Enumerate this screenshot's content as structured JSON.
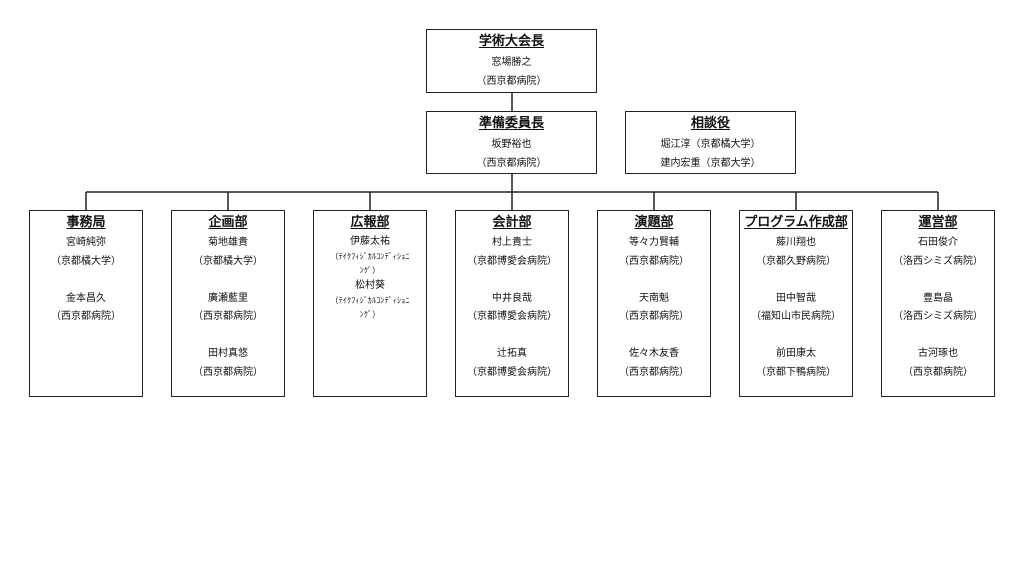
{
  "top": {
    "title": "学術大会長",
    "lines": [
      "窓場勝之",
      "（西京都病院）"
    ]
  },
  "prep": {
    "title": "準備委員長",
    "lines": [
      "坂野裕也",
      "（西京都病院）"
    ]
  },
  "advisor": {
    "title": "相談役",
    "lines": [
      "堀江淳（京都橘大学）",
      "建内宏重（京都大学）"
    ]
  },
  "departments": [
    {
      "title": "事務局",
      "members": [
        {
          "name": "宮崎純弥",
          "affil": "（京都橘大学）"
        },
        {
          "name": "金本昌久",
          "affil": "（西京都病院）"
        }
      ]
    },
    {
      "title": "企画部",
      "members": [
        {
          "name": "菊地雄貴",
          "affil": "（京都橘大学）"
        },
        {
          "name": "廣瀬藍里",
          "affil": "（西京都病院）"
        },
        {
          "name": "田村真悠",
          "affil": "（西京都病院）"
        }
      ]
    },
    {
      "title": "広報部",
      "members": [
        {
          "name": "伊藤太祐",
          "affil_1": "（ﾃｲｸﾌｨｼﾞｶﾙｺﾝﾃﾞｨｼｮﾆ",
          "affil_2": "ﾝｸﾞ）"
        },
        {
          "name": "松村葵",
          "affil_1": "（ﾃｲｸﾌｨｼﾞｶﾙｺﾝﾃﾞｨｼｮﾆ",
          "affil_2": "ﾝｸﾞ）"
        }
      ]
    },
    {
      "title": "会計部",
      "members": [
        {
          "name": "村上貴士",
          "affil": "（京都博愛会病院）"
        },
        {
          "name": "中井良哉",
          "affil": "（京都博愛会病院）"
        },
        {
          "name": "辻拓真",
          "affil": "（京都博愛会病院）"
        }
      ]
    },
    {
      "title": "演題部",
      "members": [
        {
          "name": "等々力賢輔",
          "affil": "（西京都病院）"
        },
        {
          "name": "天南魁",
          "affil": "（西京都病院）"
        },
        {
          "name": "佐々木友香",
          "affil": "（西京都病院）"
        }
      ]
    },
    {
      "title": "プログラム作成部",
      "members": [
        {
          "name": "藤川翔也",
          "affil": "（京都久野病院）"
        },
        {
          "name": "田中智哉",
          "affil": "（福知山市民病院）"
        },
        {
          "name": "前田康太",
          "affil": "（京都下鴨病院）"
        }
      ]
    },
    {
      "title": "運営部",
      "members": [
        {
          "name": "石田俊介",
          "affil": "（洛西シミズ病院）"
        },
        {
          "name": "豊島晶",
          "affil": "（洛西シミズ病院）"
        },
        {
          "name": "古河琢也",
          "affil": "（西京都病院）"
        }
      ]
    }
  ]
}
